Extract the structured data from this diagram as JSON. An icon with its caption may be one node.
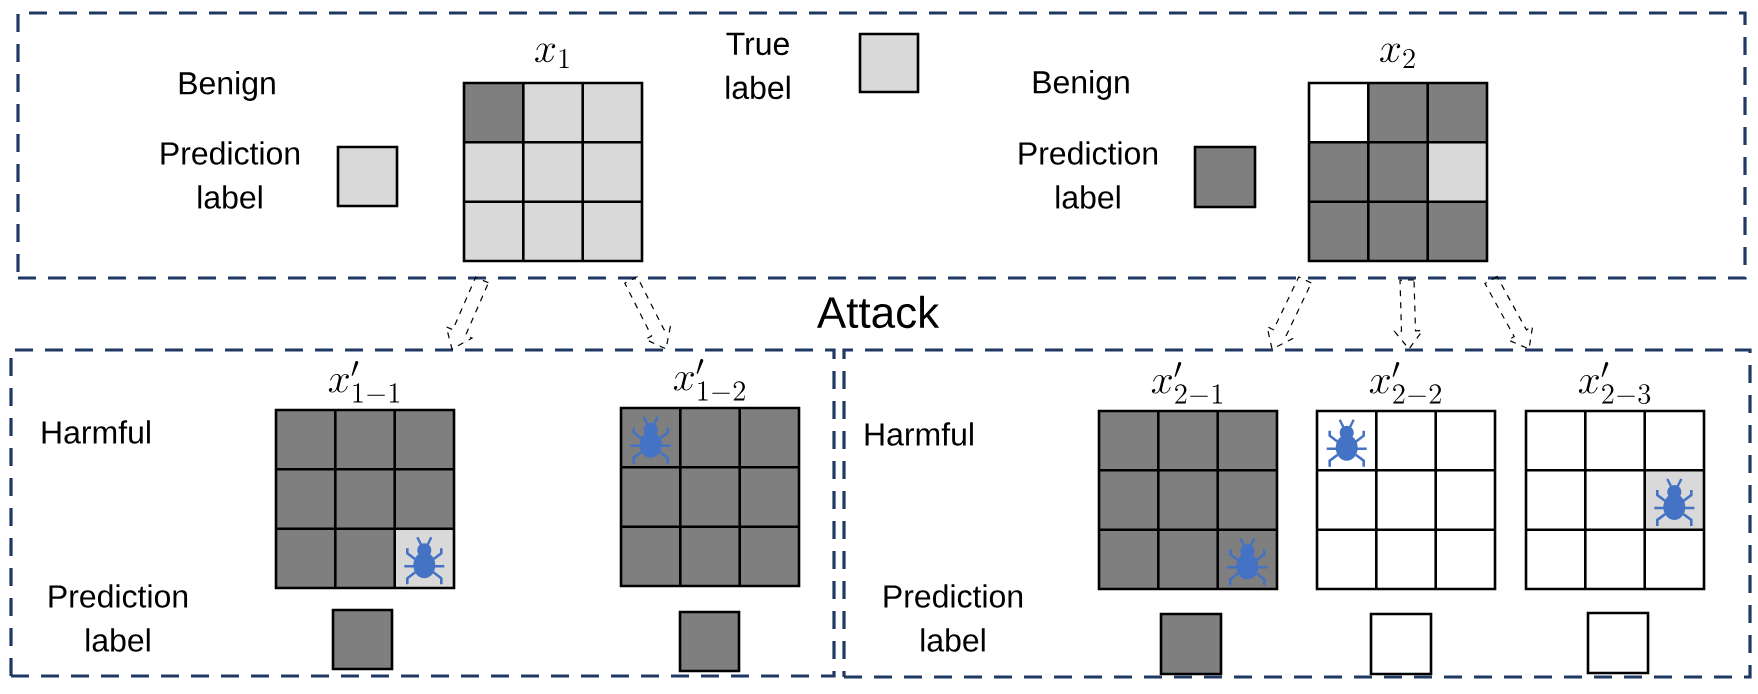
{
  "diagram": {
    "nodes": [
      {
        "text": [],
        "shape": "box"
      },
      {
        "text": [],
        "shape": "box",
        "in": 0
      },
      {
        "text": [
          "x_1"
        ],
        "in": 0
      },
      {
        "text": [],
        "shape": "box",
        "in": 0
      },
      {
        "text": [],
        "shape": "box",
        "in": 0
      },
      {
        "text": [
          "x_2"
        ],
        "in": 0
      },
      {
        "text": [],
        "shape": "box"
      },
      {
        "text": [
          "x'_{1-1}"
        ],
        "in": 6
      },
      {
        "text": [
          "x'_{1-2}"
        ],
        "in": 6
      },
      {
        "text": [],
        "shape": "box",
        "in": 6
      },
      {
        "text": [],
        "shape": "box",
        "in": 6
      },
      {
        "text": [],
        "shape": "box"
      },
      {
        "text": [
          "x'_{2-1}"
        ],
        "in": 11
      },
      {
        "text": [
          "x'_{2-2}"
        ],
        "in": 11
      },
      {
        "text": [
          "x'_{2-3}"
        ],
        "in": 11
      },
      {
        "text": [],
        "shape": "box",
        "in": 11
      },
      {
        "text": [],
        "shape": "box",
        "in": 11
      },
      {
        "text": [],
        "shape": "box",
        "in": 11
      }
    ],
    "edges": [
      {
        "from": 0,
        "to": 6,
        "arrow": "to",
        "style": "dashed"
      },
      {
        "from": 0,
        "to": 6,
        "arrow": "to",
        "style": "dashed"
      },
      {
        "from": 0,
        "to": 11,
        "arrow": "to",
        "style": "dashed"
      },
      {
        "from": 0,
        "to": 11,
        "arrow": "to",
        "style": "dashed"
      },
      {
        "from": 0,
        "to": 11,
        "arrow": "to",
        "style": "dashed"
      }
    ],
    "labels": [
      "True label",
      "Benign",
      "Benign",
      "Prediction label",
      "Prediction label",
      "Attack",
      "Harmful",
      "Harmful",
      "Prediction label",
      "Prediction label"
    ]
  }
}
